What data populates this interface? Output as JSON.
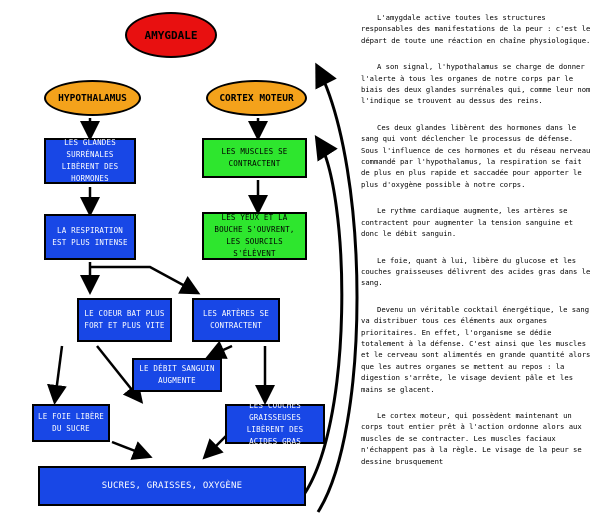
{
  "colors": {
    "red": "#e81010",
    "orange": "#f4a21b",
    "blue": "#1847e6",
    "green": "#2ee62e",
    "ink": "#000000"
  },
  "ovals": {
    "amygdale": "AMYGDALE",
    "hypothalamus": "HYPOTHALAMUS",
    "cortex": "CORTEX MOTEUR"
  },
  "boxes": {
    "glandes": "LES GLANDES SURRÉNALES LIBÈRENT DES HORMONES",
    "muscles": "LES MUSCLES SE CONTRACTENT",
    "respiration": "LA RESPIRATION EST PLUS INTENSE",
    "yeux": "LES YEUX ET LA BOUCHE S'OUVRENT, LES SOURCILS S'ÉLÈVENT",
    "coeur": "LE COEUR BAT PLUS FORT ET PLUS VITE",
    "arteres": "LES ARTÈRES SE CONTRACTENT",
    "debit": "LE DÉBIT SANGUIN AUGMENTE",
    "foie": "LE FOIE LIBÈRE DU SUCRE",
    "couches": "LES COUCHES GRAISSEUSES LIBÈRENT DES ACIDES GRAS",
    "sucres": "SUCRES, GRAISSES, OXYGÈNE"
  },
  "paragraphs": [
    "L'amygdale active toutes les structures responsables des manifestations de la peur : c'est le départ de toute une réaction en chaîne physiologique.",
    "A son signal, l'hypothalamus se charge de donner l'alerte à tous les organes de notre corps par le biais des deux glandes surrénales qui, comme leur nom l'indique se trouvent au dessus des reins.",
    "Ces deux glandes libèrent des hormones dans le sang qui vont déclencher le processus de défense. Sous l'influence de ces hormones et du réseau nerveau commandé par l'hypothalamus, la respiration se fait de plus en plus rapide et saccadée pour apporter le plus d'oxygène possible à notre corps.",
    "Le rythme cardiaque augmente, les artères se contractent pour augmenter la tension sanguine et donc le débit sanguin.",
    "Le foie, quant à lui, libère du glucose et les couches graisseuses délivrent des acides gras dans le sang.",
    "Devenu un véritable cocktail énergétique, le sang va distribuer tous ces éléments aux organes prioritaires. En effet, l'organisme se dédie totalement à la défense. C'est ainsi que les muscles et le cerveau sont alimentés en grande quantité alors que les autres organes se mettent au repos : la digestion s'arrête, le visage devient pâle et les mains se glacent.",
    "Le cortex moteur, qui possèdent maintenant un corps tout entier prêt à l'action ordonne alors aux muscles de se contracter. Les muscles faciaux n'échappent pas à la règle. Le visage de la peur se dessine brusquement"
  ]
}
